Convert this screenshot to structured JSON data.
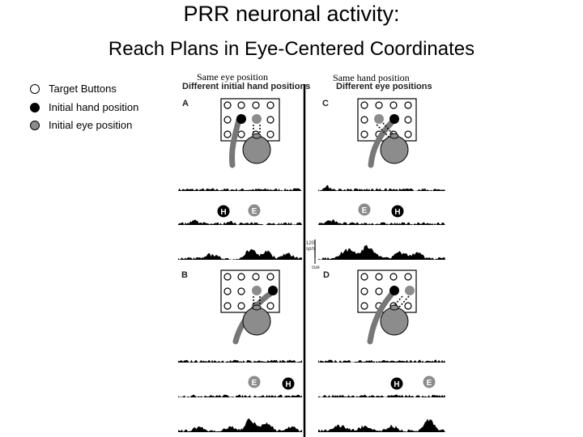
{
  "title": "PRR neuronal activity:",
  "subtitle": "Reach Plans in Eye-Centered Coordinates",
  "legend": [
    {
      "label": "Target Buttons",
      "color": "#ffffff"
    },
    {
      "label": "Initial hand position",
      "color": "#000000"
    },
    {
      "label": "Initial eye position",
      "color": "#8c8c8c"
    }
  ],
  "left_column": {
    "header": "Same eye position",
    "subheader": "Different initial hand positions"
  },
  "right_column": {
    "header": "Same hand position",
    "subheader": "Different eye positions"
  },
  "panels": {
    "a": "A",
    "b": "B",
    "c": "C",
    "d": "D"
  },
  "markers": {
    "hand": "H",
    "eye": "E"
  },
  "scale": {
    "value": "120",
    "unit": "sp/s",
    "event": "cue"
  }
}
